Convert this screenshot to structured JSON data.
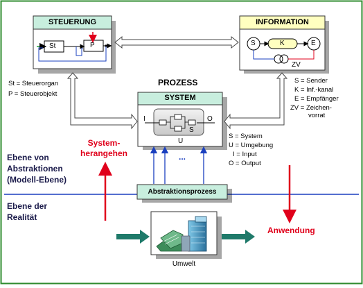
{
  "boxes": {
    "steuerung": {
      "title": "STEUERUNG",
      "st_label": "St",
      "p_label": "P"
    },
    "information": {
      "title": "INFORMATION",
      "s_label": "S",
      "k_label": "K",
      "e_label": "E",
      "zv_label": "ZV"
    },
    "prozess": {
      "heading": "PROZESS",
      "system_title": "SYSTEM",
      "i_label": "I",
      "o_label": "O",
      "s_label": "S",
      "u_label": "U",
      "dots": "..."
    },
    "abstraktion": {
      "label": "Abstraktionsprozess"
    },
    "umwelt": {
      "label": "Umwelt"
    }
  },
  "legend_left": [
    "St = Steuerorgan",
    "P = Steuerobjekt"
  ],
  "legend_right": [
    "S = Sender",
    "K = Inf.-kanal",
    "E = Empfänger",
    "ZV = Zeichen-",
    "vorrat"
  ],
  "legend_system": [
    "S = System",
    "U = Umgebung",
    "I = Input",
    "O = Output"
  ],
  "levels": {
    "abstraction": [
      "Ebene von",
      "Abstraktionen",
      "(Modell-Ebene)"
    ],
    "reality": [
      "Ebene der",
      "Realität"
    ]
  },
  "arrows": {
    "up_label": [
      "System-",
      "herangehen"
    ],
    "down_label": "Anwendung"
  },
  "colors": {
    "frame": "#2e8b2e",
    "box_header": "#c8eede",
    "info_header": "#ffffc0",
    "line_blue": "#1a3fbf",
    "red": "#e0001b",
    "teal_arrow": "#1f7a6a"
  }
}
